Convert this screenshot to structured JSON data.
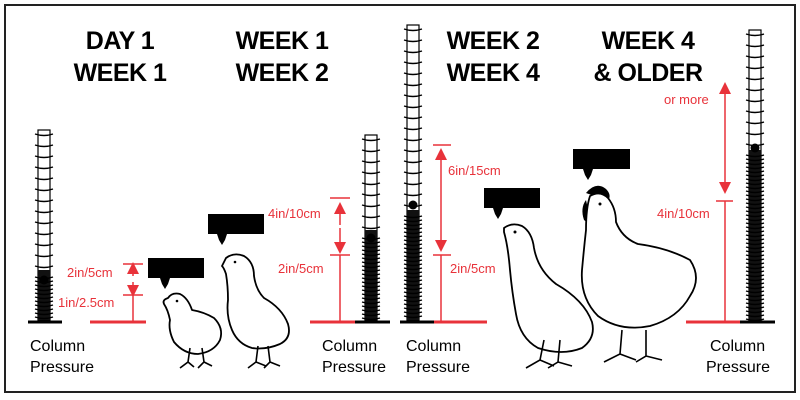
{
  "stages": [
    {
      "title_line1": "DAY 1",
      "title_line2": "WEEK 1"
    },
    {
      "title_line1": "WEEK 1",
      "title_line2": "WEEK 2"
    },
    {
      "title_line1": "WEEK 2",
      "title_line2": "WEEK 4"
    },
    {
      "title_line1": "WEEK 4",
      "title_line2": "& OLDER"
    }
  ],
  "measurements": {
    "stage1_base": "1in/2.5cm",
    "stage1_range": "2in/5cm",
    "stage2_base": "2in/5cm",
    "stage2_range": "4in/10cm",
    "stage3_base": "2in/5cm",
    "stage3_range": "6in/15cm",
    "stage4_base": "4in/10cm",
    "stage4_range": "or more"
  },
  "column_label": {
    "line1": "Column",
    "line2": "Pressure"
  },
  "colors": {
    "accent": "#e8323a",
    "ink": "#000000"
  }
}
